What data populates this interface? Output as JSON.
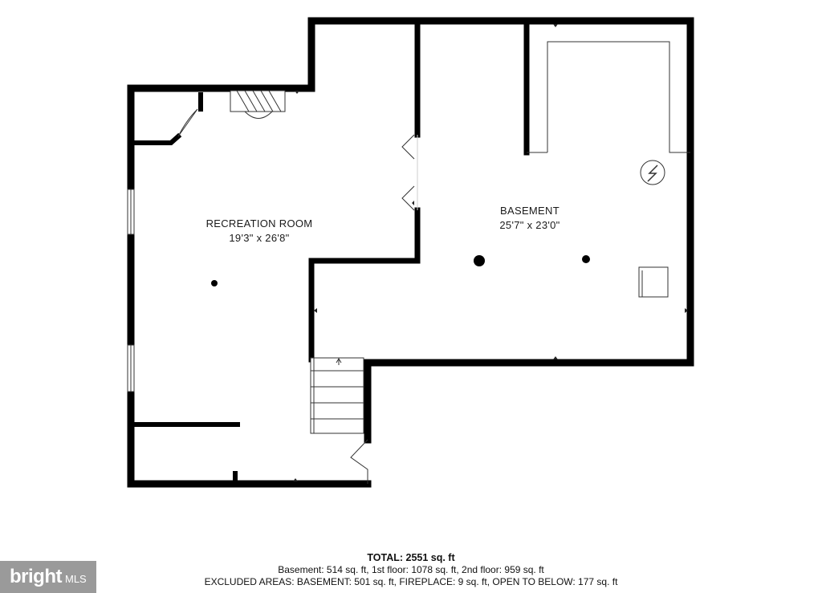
{
  "rooms": {
    "recreation": {
      "name": "RECREATION ROOM",
      "dimensions": "19'3\" x 26'8\""
    },
    "basement": {
      "name": "BASEMENT",
      "dimensions": "25'7\" x 23'0\""
    }
  },
  "summary": {
    "total": "TOTAL: 2551 sq. ft",
    "floors": "Basement: 514 sq. ft, 1st floor: 1078 sq. ft, 2nd floor: 959 sq. ft",
    "excluded": "EXCLUDED AREAS: BASEMENT: 501 sq. ft, FIREPLACE: 9 sq. ft, OPEN TO BELOW: 177 sq. ft"
  },
  "logo": {
    "text": "bright",
    "suffix": "MLS",
    "color": "#9a9a9a"
  },
  "colors": {
    "wall": "#000000",
    "fixture": "#444444",
    "background": "#ffffff"
  }
}
